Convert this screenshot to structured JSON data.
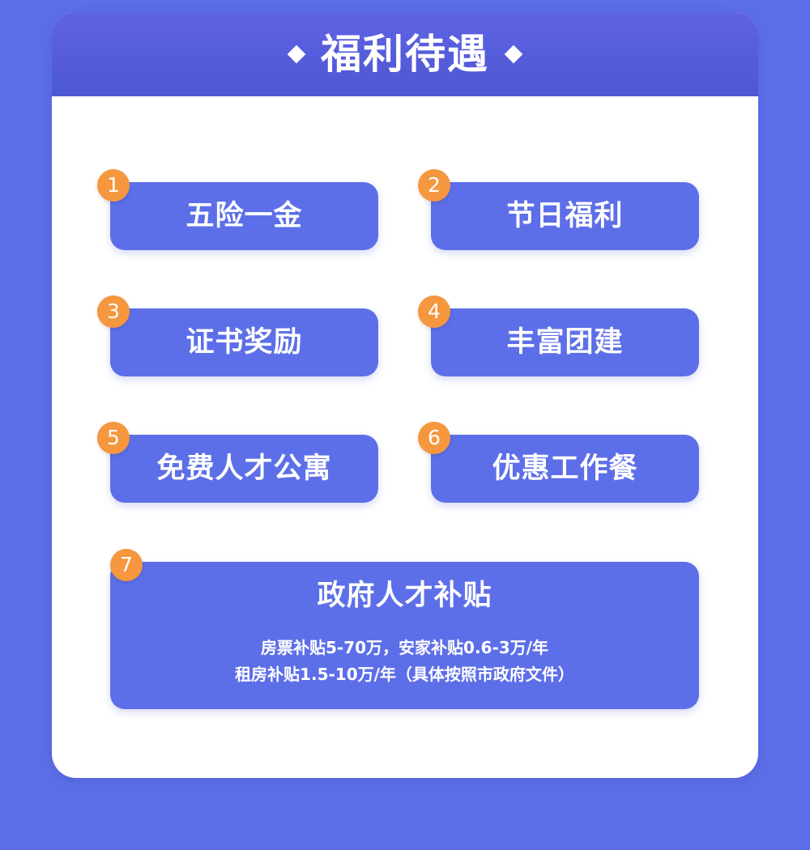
{
  "header": {
    "title": "福利待遇"
  },
  "benefits": [
    {
      "number": "1",
      "label": "五险一金"
    },
    {
      "number": "2",
      "label": "节日福利"
    },
    {
      "number": "3",
      "label": "证书奖励"
    },
    {
      "number": "4",
      "label": "丰富团建"
    },
    {
      "number": "5",
      "label": "免费人才公寓"
    },
    {
      "number": "6",
      "label": "优惠工作餐"
    }
  ],
  "subsidy": {
    "number": "7",
    "title": "政府人才补贴",
    "line1": "房票补贴5-70万，安家补贴0.6-3万/年",
    "line2": "租房补贴1.5-10万/年（具体按照市政府文件）"
  },
  "colors": {
    "background": "#5d6fe8",
    "header": "#4d57d4",
    "card": "#ffffff",
    "badge": "#f5973e"
  }
}
